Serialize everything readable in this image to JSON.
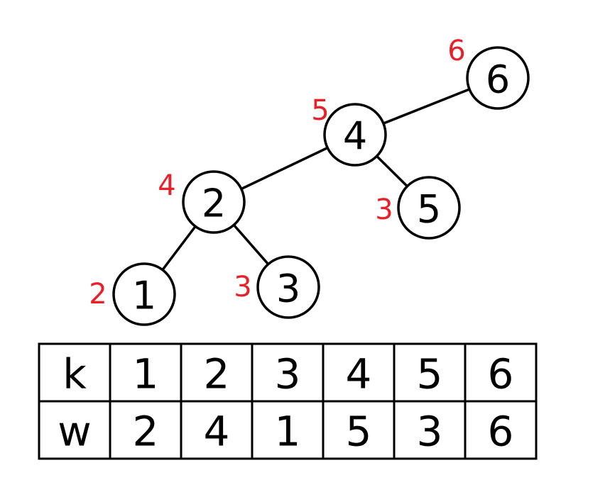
{
  "colors": {
    "line": "#000000",
    "weight_label": "#e8202a",
    "background": "#ffffff"
  },
  "tree": {
    "nodes": [
      {
        "key": "6",
        "weight": "6"
      },
      {
        "key": "4",
        "weight": "5"
      },
      {
        "key": "2",
        "weight": "4"
      },
      {
        "key": "5",
        "weight": "3"
      },
      {
        "key": "1",
        "weight": "2"
      },
      {
        "key": "3",
        "weight": "3"
      }
    ],
    "edges": [
      {
        "from": "6",
        "to": "4"
      },
      {
        "from": "4",
        "to": "2"
      },
      {
        "from": "4",
        "to": "5"
      },
      {
        "from": "2",
        "to": "1"
      },
      {
        "from": "2",
        "to": "3"
      }
    ]
  },
  "table": {
    "rows": [
      {
        "header": "k",
        "values": [
          "1",
          "2",
          "3",
          "4",
          "5",
          "6"
        ]
      },
      {
        "header": "w",
        "values": [
          "2",
          "4",
          "1",
          "5",
          "3",
          "6"
        ]
      }
    ]
  }
}
